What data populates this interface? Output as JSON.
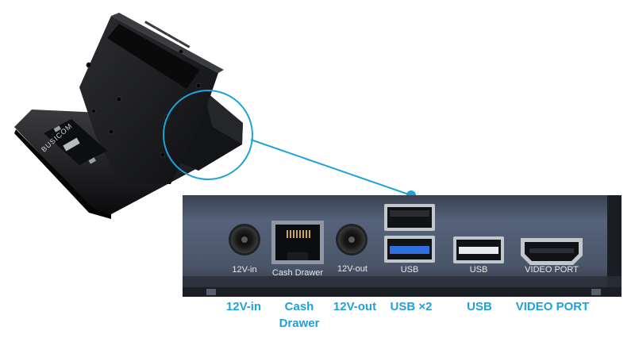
{
  "device": {
    "brand_text": "BUSICOM"
  },
  "panel_labels": {
    "v12_in": "12V-in",
    "cash_drawer": "Cash Drawer",
    "v12_out": "12V-out",
    "usb_pair": "USB",
    "usb_single": "USB",
    "video_port": "VIDEO PORT"
  },
  "captions": {
    "v12_in": "12V-in",
    "cash_drawer_line1": "Cash",
    "cash_drawer_line2": "Drawer",
    "v12_out": "12V-out",
    "usb_x2": "USB ×2",
    "usb": "USB",
    "video_port": "VIDEO PORT"
  },
  "colors": {
    "accent": "#1ea3d8",
    "panel": "#4f5a6e",
    "device_body": "#1b1c1f",
    "usb3_blue": "#2f6fe0"
  }
}
